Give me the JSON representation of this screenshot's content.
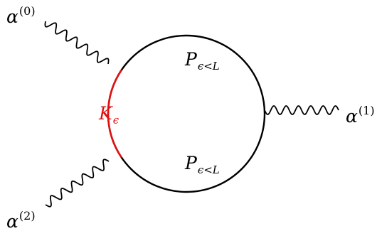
{
  "labels": {
    "alpha0": {
      "base": "α",
      "sup": "(0)"
    },
    "alpha1": {
      "base": "α",
      "sup": "(1)"
    },
    "alpha2": {
      "base": "α",
      "sup": "(2)"
    },
    "k_eps": {
      "base": "K",
      "sub": "ϵ"
    },
    "p_top": {
      "base": "P",
      "sub": "ϵ<L"
    },
    "p_bottom": {
      "base": "P",
      "sub": "ϵ<L"
    }
  },
  "colors": {
    "propagator": "#000000",
    "kernel": "#e01010",
    "wavy": "#000000"
  }
}
